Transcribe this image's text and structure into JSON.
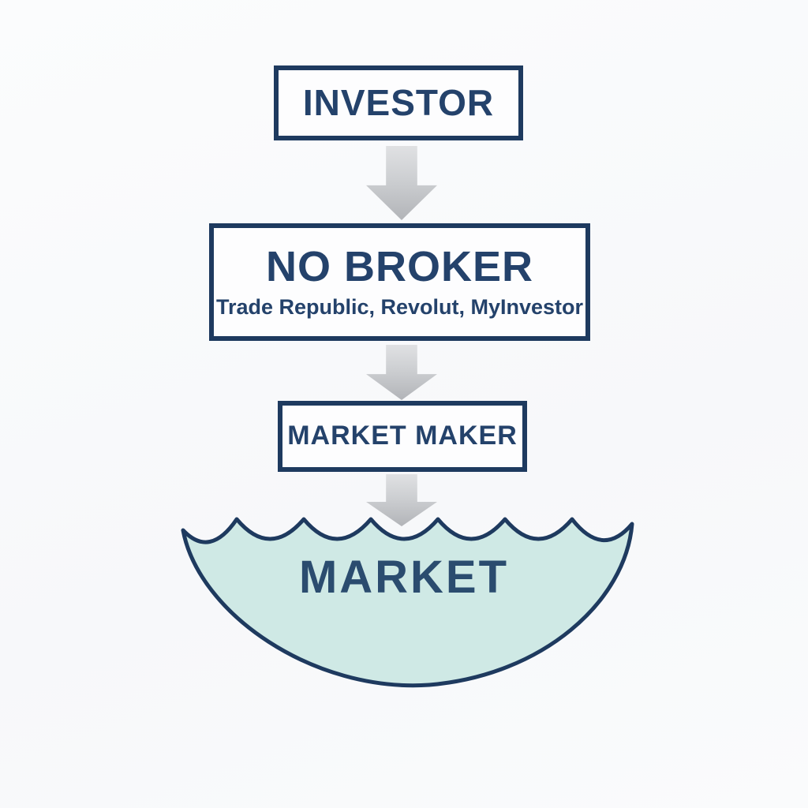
{
  "flow": {
    "nodes": [
      {
        "id": "investor",
        "label": "INVESTOR",
        "shape": "rectangle"
      },
      {
        "id": "no_broker",
        "title": "NO BROKER",
        "subtitle": "Trade Republic, Revolut, MyInvestor",
        "shape": "rectangle"
      },
      {
        "id": "market_maker",
        "label": "MARKET MAKER",
        "shape": "rectangle"
      },
      {
        "id": "market",
        "label": "MARKET",
        "shape": "wavy-bowl"
      }
    ],
    "edges": [
      {
        "from": "investor",
        "to": "no_broker",
        "style": "gray-block-arrow-down"
      },
      {
        "from": "no_broker",
        "to": "market_maker",
        "style": "gray-block-arrow-down"
      },
      {
        "from": "market_maker",
        "to": "market",
        "style": "gray-block-arrow-down"
      }
    ]
  },
  "colors": {
    "navy_border": "#1e3a5f",
    "navy_text": "#24426b",
    "market_text": "#2b4c6f",
    "bowl_fill": "#cfe9e5",
    "arrow_gray_light": "#e0e1e3",
    "arrow_gray_dark": "#b2b4b8",
    "background": "#fafbfc",
    "box_background": "#fdfdfe"
  }
}
